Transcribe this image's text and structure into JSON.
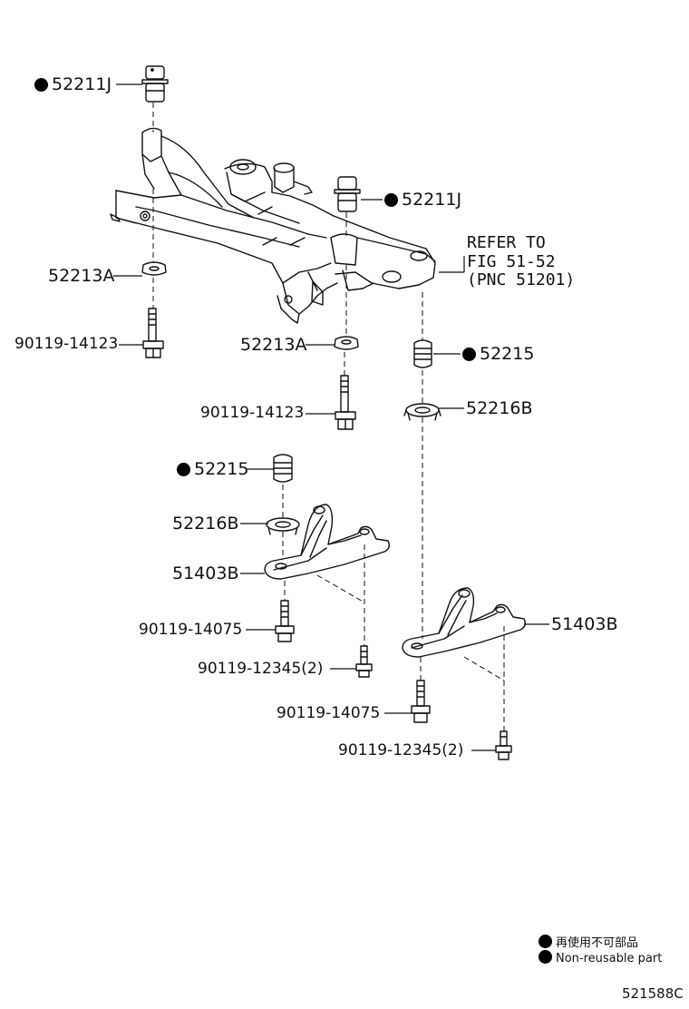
{
  "parts": {
    "p52211j_top": "52211J",
    "p52211j_mid": "52211J",
    "p52213a_left": "52213A",
    "p52213a_mid": "52213A",
    "p90119_14123_left": "90119-14123",
    "p90119_14123_mid": "90119-14123",
    "p52215_right": "52215",
    "p52216b_right": "52216B",
    "p52215_left": "52215",
    "p52216b_left": "52216B",
    "p51403b_left": "51403B",
    "p51403b_right": "51403B",
    "p90119_14075_left": "90119-14075",
    "p90119_12345_left": "90119-12345(2)",
    "p90119_14075_right": "90119-14075",
    "p90119_12345_right": "90119-12345(2)"
  },
  "reference": {
    "line1": "REFER TO",
    "line2": "FIG 51-52",
    "line3": "(PNC 51201)"
  },
  "legend": {
    "japanese": "再使用不可部品",
    "english": "Non-reusable part"
  },
  "diagram_code": "521588C"
}
